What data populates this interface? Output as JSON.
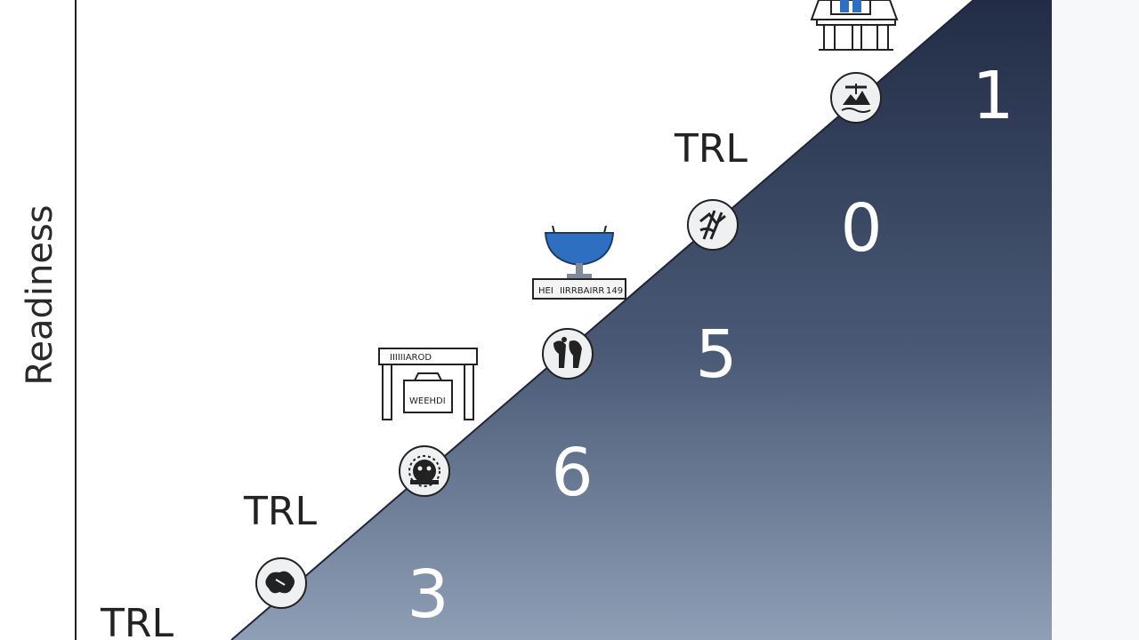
{
  "axis": {
    "y_label": "Readiness"
  },
  "trl_labels": [
    "TRL",
    "TRL",
    "TRL"
  ],
  "numerals": [
    "1",
    "0",
    "5",
    "6",
    "3"
  ],
  "illustrations": {
    "console_top": "IIRRBAIRR",
    "console_left": "HEI",
    "console_right": "149",
    "gate_header": "IIIIIIAROD",
    "gate_panel": "WEEHDI"
  },
  "milestone_icons": [
    "landscape-icon",
    "pen-tools-icon",
    "figures-icon",
    "gear-machine-icon",
    "map-region-icon"
  ],
  "colors": {
    "ramp_top": "#222c46",
    "ramp_bottom": "#8e9fb6",
    "dish_blue": "#2f6fc2",
    "circle_fill": "#eef0f2"
  }
}
